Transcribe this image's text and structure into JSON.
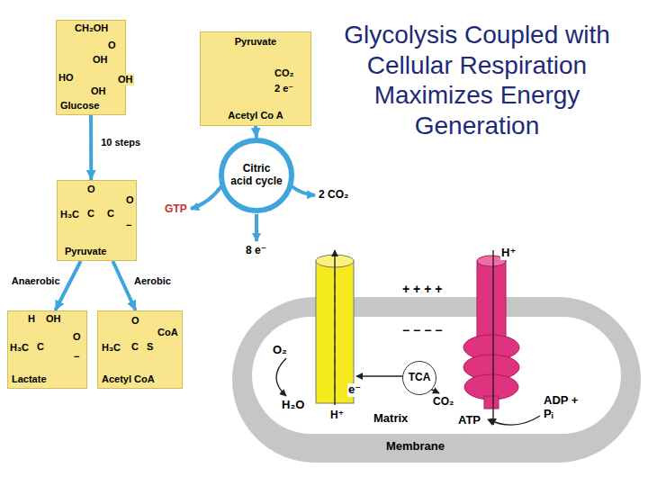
{
  "diagram": {
    "title": "Glycolysis Coupled with Cellular Respiration Maximizes Energy Generation",
    "nodes": [
      {
        "text": [
          "Glucose"
        ]
      },
      {
        "text": [
          "Pyruvate",
          "CO₂",
          "2 e⁻",
          "Acetyl Co A"
        ]
      },
      {
        "text": [
          "Citric acid cycle"
        ]
      },
      {
        "text": [
          "Pyruvate"
        ]
      },
      {
        "text": [
          "Lactate"
        ]
      },
      {
        "text": [
          "Acetyl CoA"
        ]
      },
      {
        "text": [
          "TCA"
        ]
      }
    ],
    "edges": [
      {
        "from": 0,
        "to": 3,
        "arrow": "to",
        "label": "10 steps"
      },
      {
        "from": 3,
        "to": 4,
        "arrow": "to",
        "label": "Anaerobic"
      },
      {
        "from": 3,
        "to": 5,
        "arrow": "to",
        "label": "Aerobic"
      },
      {
        "from": 1,
        "to": 2,
        "arrow": "to"
      }
    ],
    "labels": [
      "GTP",
      "2 CO₂",
      "8 e⁻",
      "CH₂OH",
      "O",
      "OH",
      "HO",
      "OH",
      "OH",
      "O",
      "H₃C",
      "C",
      "C",
      "O",
      "−",
      "H",
      "OH",
      "H₃C",
      "C",
      "O",
      "−",
      "O",
      "H₃C",
      "C",
      "S",
      "CoA",
      "H⁺",
      "+ + + +",
      "− − − −",
      "O₂",
      "e⁻",
      "CO₂",
      "ADP + Pᵢ",
      "ATP",
      "H₂O",
      "H⁺",
      "Matrix",
      "Membrane"
    ]
  }
}
